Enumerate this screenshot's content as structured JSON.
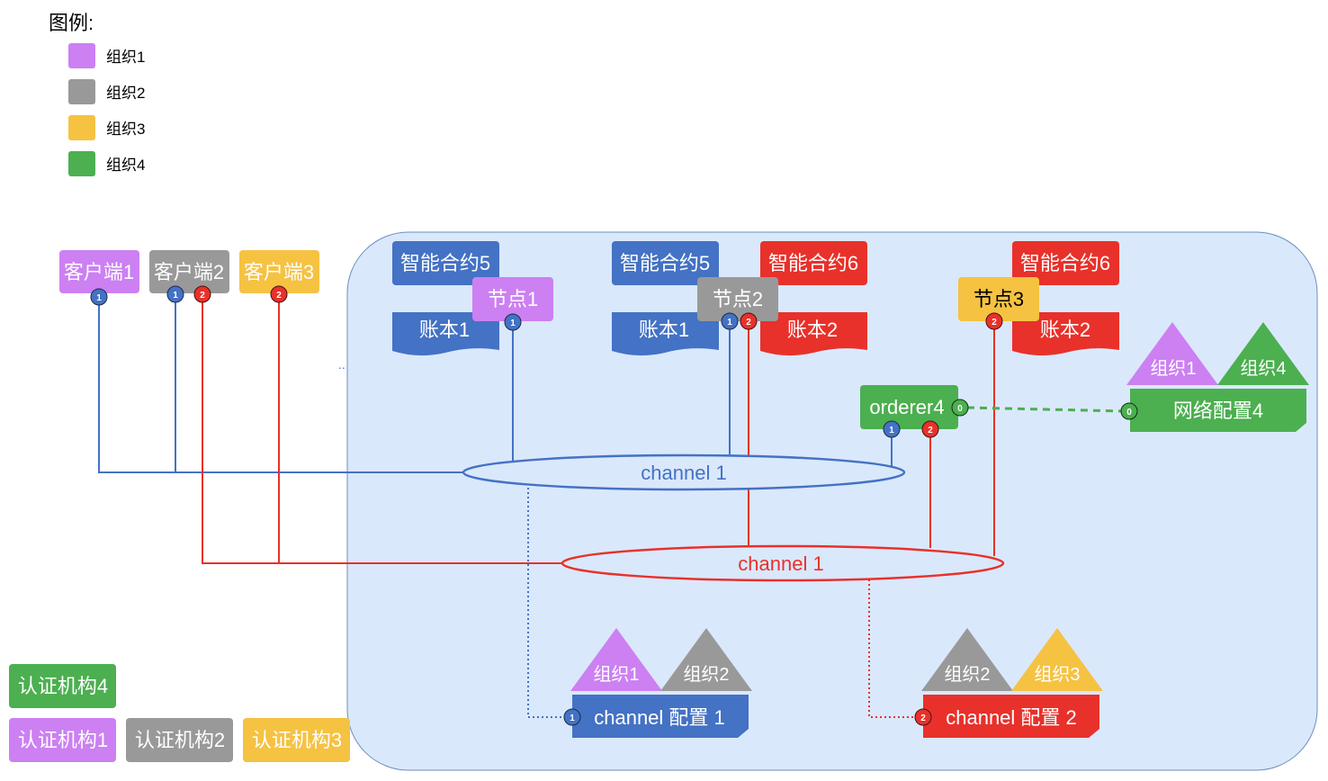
{
  "legend": {
    "title": "图例:",
    "items": [
      {
        "label": "组织1",
        "color": "#CC80F2"
      },
      {
        "label": "组织2",
        "color": "#999999"
      },
      {
        "label": "组织3",
        "color": "#F5C242"
      },
      {
        "label": "组织4",
        "color": "#4CAF50"
      }
    ]
  },
  "colors": {
    "blue": "#4472C4",
    "red": "#E8312A",
    "purple": "#CC80F2",
    "gray": "#999999",
    "yellow": "#F5C242",
    "green": "#4CAF50",
    "network_bg": "#DAE8FC",
    "network_border": "#6C8EBF"
  },
  "clients": [
    {
      "label": "客户端1"
    },
    {
      "label": "客户端2"
    },
    {
      "label": "客户端3"
    }
  ],
  "contracts": [
    {
      "label": "智能合约5"
    },
    {
      "label": "智能合约5"
    },
    {
      "label": "智能合约6"
    },
    {
      "label": "智能合约6"
    }
  ],
  "peers": [
    {
      "label": "节点1"
    },
    {
      "label": "节点2"
    },
    {
      "label": "节点3"
    }
  ],
  "ledgers": [
    {
      "label": "账本1"
    },
    {
      "label": "账本1"
    },
    {
      "label": "账本2"
    },
    {
      "label": "账本2"
    }
  ],
  "orderer": {
    "label": "orderer4"
  },
  "network_config": {
    "label": "网络配置4",
    "orgs": [
      "组织1",
      "组织4"
    ]
  },
  "channels": [
    {
      "label": "channel 1"
    },
    {
      "label": "channel 1"
    }
  ],
  "channel_configs": [
    {
      "label": "channel 配置 1",
      "orgs": [
        "组织1",
        "组织2"
      ]
    },
    {
      "label": "channel 配置 2",
      "orgs": [
        "组织2",
        "组织3"
      ]
    }
  ],
  "cas": [
    {
      "label": "认证机构4"
    },
    {
      "label": "认证机构1"
    },
    {
      "label": "认证机构2"
    },
    {
      "label": "认证机构3"
    }
  ],
  "badges": {
    "one": "1",
    "two": "2",
    "zero": "0"
  }
}
